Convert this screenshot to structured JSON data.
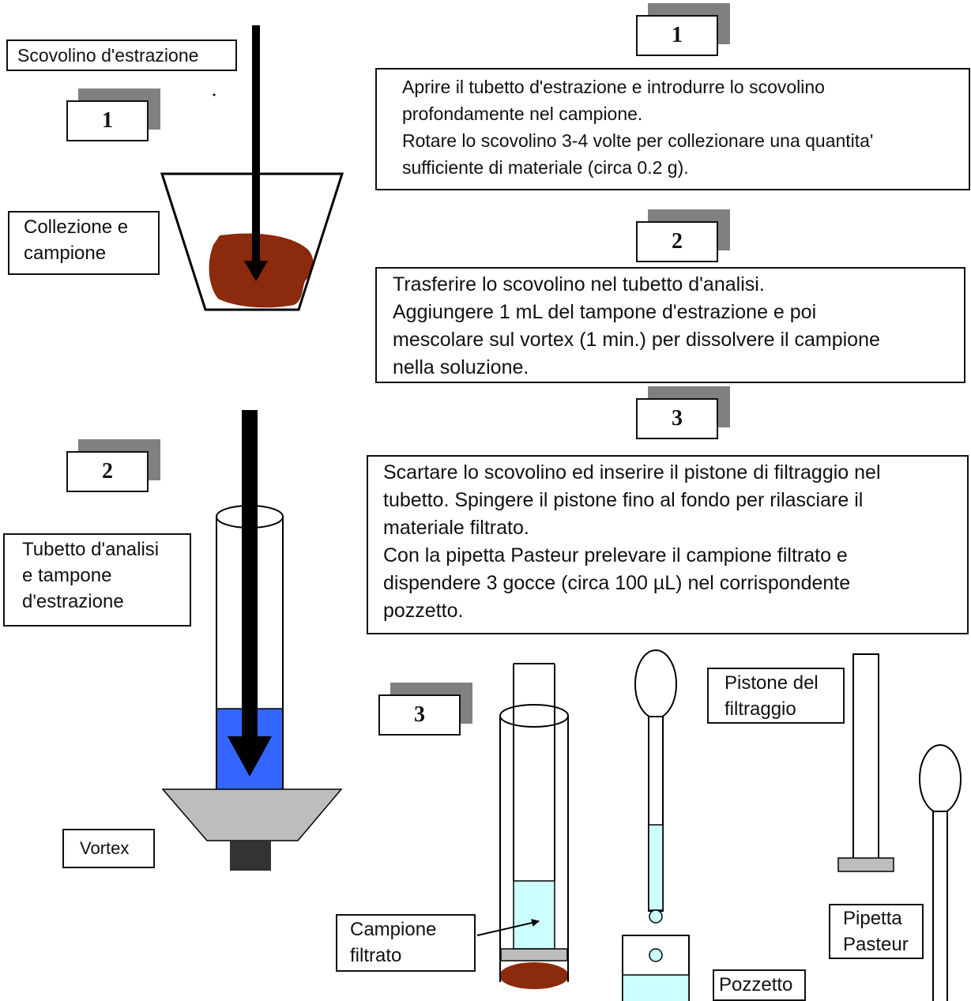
{
  "labels": {
    "scovolino": "Scovolino d'estrazione",
    "collezione": [
      "Collezione e",
      "campione"
    ],
    "tubetto": [
      "Tubetto d'analisi",
      "e tampone",
      "d'estrazione"
    ],
    "vortex": "Vortex",
    "campione_filtrato": [
      "Campione",
      "filtrato"
    ],
    "pistone": [
      "Pistone del",
      "filtraggio"
    ],
    "pipetta": [
      "Pipetta",
      "Pasteur"
    ],
    "pozzetto": "Pozzetto"
  },
  "steps": [
    {
      "number": "1",
      "lines": [
        "Aprire il tubetto d'estrazione e introdurre lo scovolino",
        "profondamente nel campione.",
        "Rotare lo scovolino 3-4 volte per collezionare una quantita'",
        "sufficiente di materiale (circa 0.2 g)."
      ]
    },
    {
      "number": "2",
      "lines": [
        "Trasferire lo scovolino nel tubetto d'analisi.",
        "Aggiungere 1 mL del tampone d'estrazione e poi",
        "mescolare sul vortex (1 min.) per dissolvere il campione",
        "nella soluzione."
      ]
    },
    {
      "number": "3",
      "lines": [
        "Scartare lo scovolino ed inserire il pistone di filtraggio nel",
        "tubetto. Spingere il pistone fino al fondo per rilasciare il",
        "materiale filtrato.",
        "Con la pipetta Pasteur prelevare il campione filtrato e",
        "dispendere 3 gocce (circa 100 µL) nel corrispondente",
        "pozzetto."
      ]
    }
  ],
  "colors": {
    "sample_brown": "#8b2a0c",
    "buffer_blue": "#3366ff",
    "filtrate_cyan": "#ccffff",
    "vortex_gray": "#bdbdbd",
    "vortex_base": "#333333",
    "badge_shadow": "#808080",
    "arrow": "#000000"
  }
}
